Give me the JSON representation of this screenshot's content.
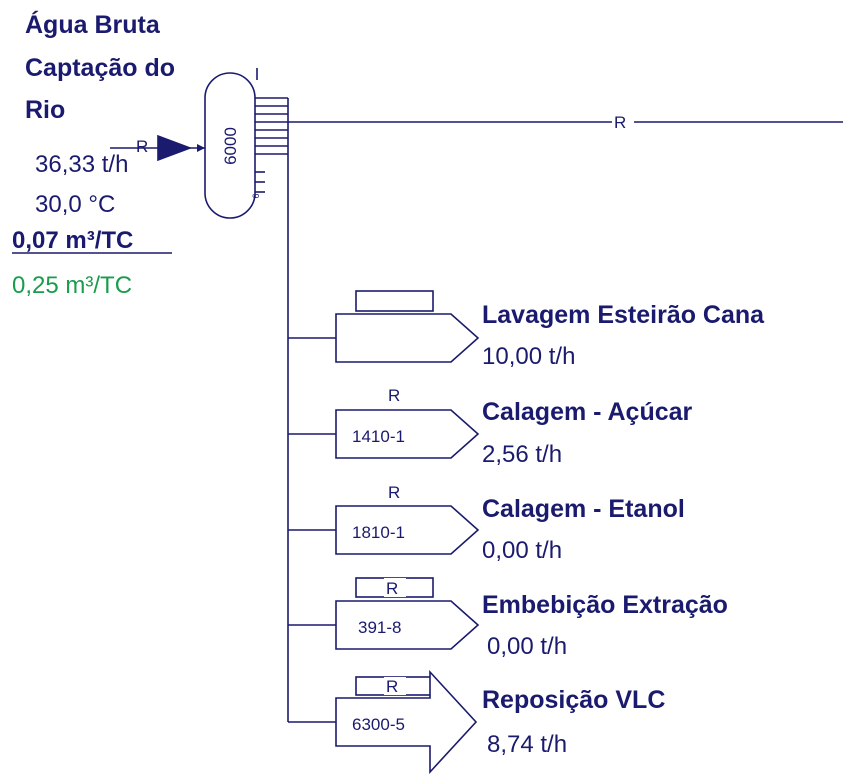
{
  "source": {
    "title_line1": "Água Bruta",
    "title_line2": "Captação do",
    "title_line3": "Rio",
    "flow": "36,33 t/h",
    "temperature": "30,0 °C",
    "ratio": "0,07 m³/TC",
    "ratio_alt": "0,25 m³/TC",
    "ratio_alt_color": "#1a9c4c",
    "arrow_label": "R"
  },
  "tank": {
    "label": "6000",
    "small_label": "6"
  },
  "main_line_label": "R",
  "consumers": [
    {
      "name": "Lavagem Esteirão Cana",
      "flow": "10,00 t/h",
      "box_label": "",
      "top_label": ""
    },
    {
      "name": "Calagem - Açúcar",
      "flow": "2,56 t/h",
      "box_label": "1410-1",
      "top_label": "R"
    },
    {
      "name": "Calagem - Etanol",
      "flow": "0,00 t/h",
      "box_label": "1810-1",
      "top_label": "R"
    },
    {
      "name": "Embebição Extração",
      "flow": "0,00 t/h",
      "box_label": "391-8",
      "top_label": "R"
    },
    {
      "name": "Reposição VLC",
      "flow": "8,74 t/h",
      "box_label": "6300-5",
      "top_label": "R"
    }
  ],
  "colors": {
    "line": "#1a1a6e",
    "green": "#1a9c4c"
  }
}
